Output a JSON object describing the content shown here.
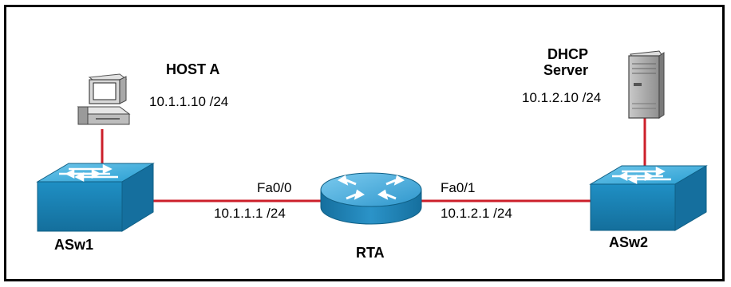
{
  "host": {
    "name": "HOST A",
    "ip": "10.1.1.10 /24"
  },
  "server": {
    "name_line1": "DHCP",
    "name_line2": "Server",
    "ip": "10.1.2.10 /24"
  },
  "switch1": {
    "name": "ASw1"
  },
  "switch2": {
    "name": "ASw2"
  },
  "router": {
    "name": "RTA",
    "if0": {
      "name": "Fa0/0",
      "ip": "10.1.1.1 /24"
    },
    "if1": {
      "name": "Fa0/1",
      "ip": "10.1.2.1 /24"
    }
  },
  "colors": {
    "link": "#cc1f2a",
    "switch": "#1e93c6",
    "router": "#2a8fc4"
  }
}
